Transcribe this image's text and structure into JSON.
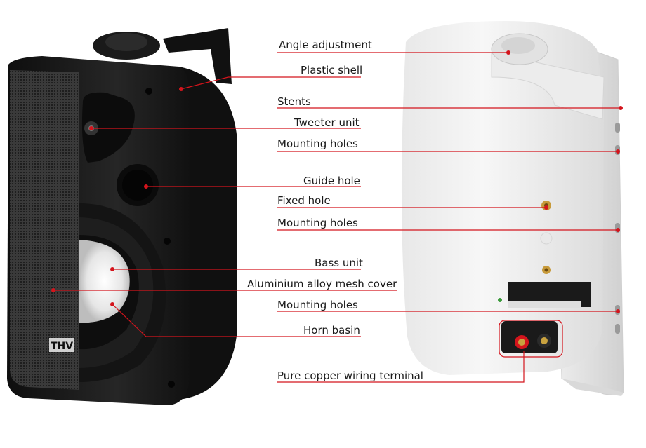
{
  "labels": {
    "angle_adjustment": "Angle adjustment",
    "plastic_shell": "Plastic shell",
    "stents": "Stents",
    "tweeter_unit": "Tweeter unit",
    "mounting_holes_1": "Mounting holes",
    "guide_hole": "Guide hole",
    "fixed_hole": "Fixed hole",
    "mounting_holes_2": "Mounting holes",
    "bass_unit": "Bass unit",
    "mesh_cover": "Aluminium alloy mesh cover",
    "mounting_holes_3": "Mounting holes",
    "horn_basin": "Horn basin",
    "wiring_terminal": "Pure copper wiring terminal"
  },
  "colors": {
    "callout": "#d4141c",
    "speaker_black": "#1c1c1c",
    "speaker_white": "#f2f2f2"
  }
}
